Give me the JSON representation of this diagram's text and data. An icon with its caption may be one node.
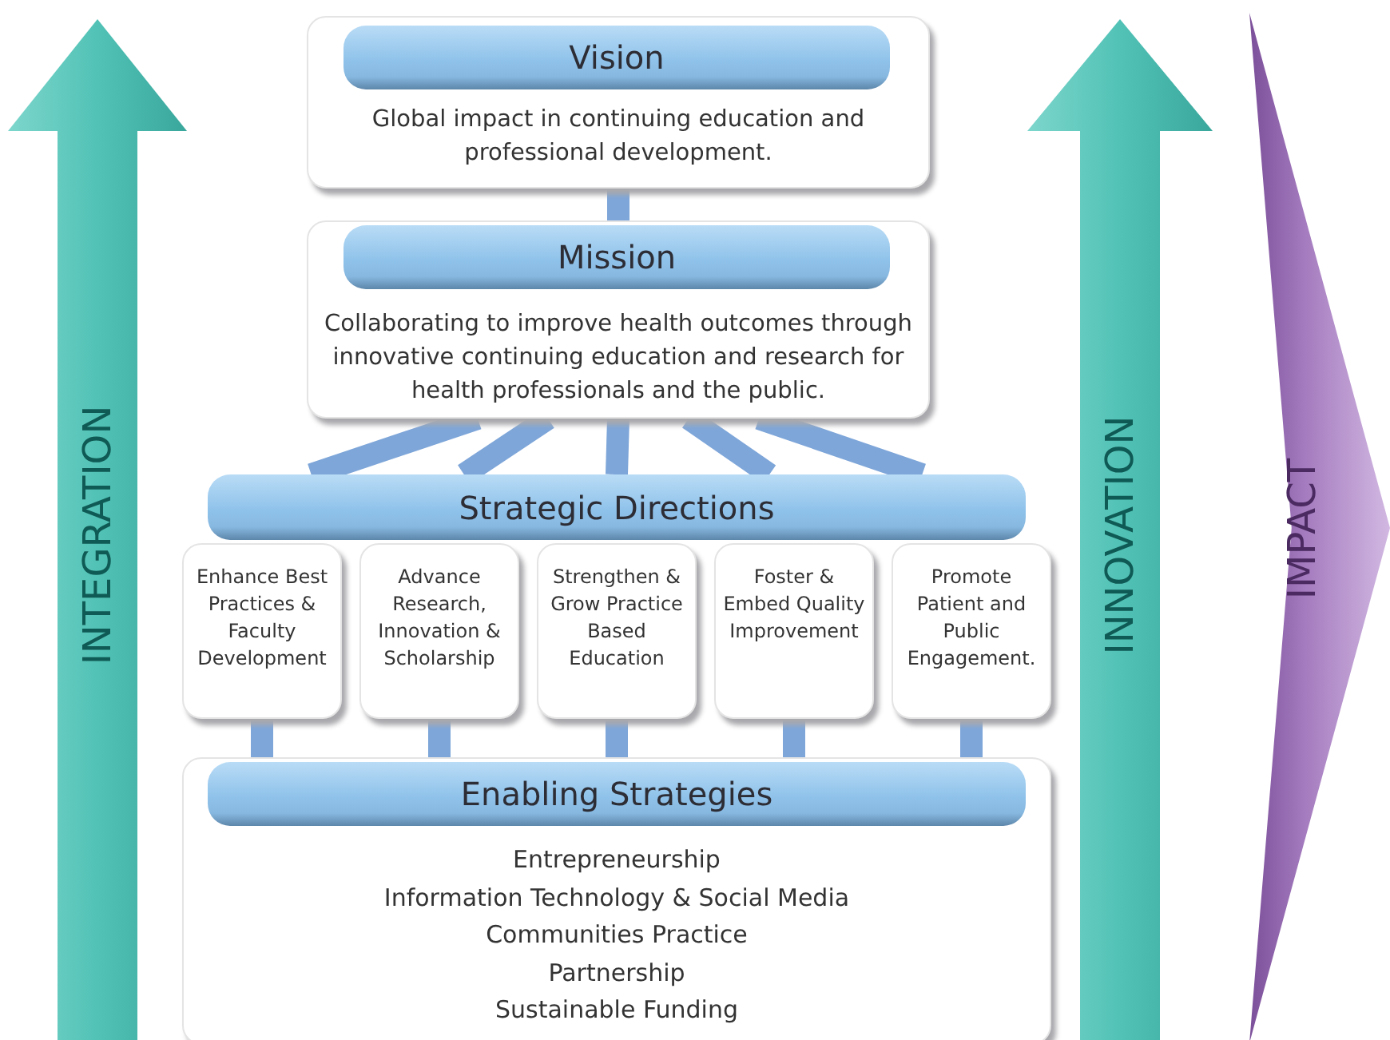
{
  "diagram": {
    "nodes": [
      {
        "text": [
          "Vision",
          "Global impact in continuing education and professional development."
        ]
      },
      {
        "text": [
          "Mission",
          "Collaborating to improve health outcomes through innovative continuing education and research for health professionals and the public."
        ]
      },
      {
        "text": [
          "Strategic Directions"
        ]
      },
      {
        "text": [
          "Enhance Best Practices & Faculty Development"
        ]
      },
      {
        "text": [
          "Advance Research, Innovation & Scholarship"
        ]
      },
      {
        "text": [
          "Strengthen & Grow Practice Based Education"
        ]
      },
      {
        "text": [
          "Foster & Embed Quality Improvement"
        ]
      },
      {
        "text": [
          "Promote Patient and Public Engagement."
        ]
      },
      {
        "text": [
          "Enabling Strategies",
          "Entrepreneurship",
          "Information Technology & Social Media",
          "Communities Practice",
          "Partnership",
          "Sustainable Funding"
        ]
      },
      {
        "text": [
          "INTEGRATION"
        ]
      },
      {
        "text": [
          "INNOVATION"
        ]
      },
      {
        "text": [
          "IMPACT"
        ]
      }
    ],
    "edges": [
      {
        "from": 0,
        "to": 1,
        "arrow": "none"
      },
      {
        "from": 1,
        "to": 2,
        "arrow": "none"
      },
      {
        "from": 1,
        "to": 2,
        "arrow": "none"
      },
      {
        "from": 1,
        "to": 2,
        "arrow": "none"
      },
      {
        "from": 1,
        "to": 2,
        "arrow": "none"
      },
      {
        "from": 1,
        "to": 2,
        "arrow": "none"
      },
      {
        "from": 3,
        "to": 8,
        "arrow": "none"
      },
      {
        "from": 4,
        "to": 8,
        "arrow": "none"
      },
      {
        "from": 5,
        "to": 8,
        "arrow": "none"
      },
      {
        "from": 6,
        "to": 8,
        "arrow": "none"
      },
      {
        "from": 7,
        "to": 8,
        "arrow": "none"
      }
    ]
  }
}
